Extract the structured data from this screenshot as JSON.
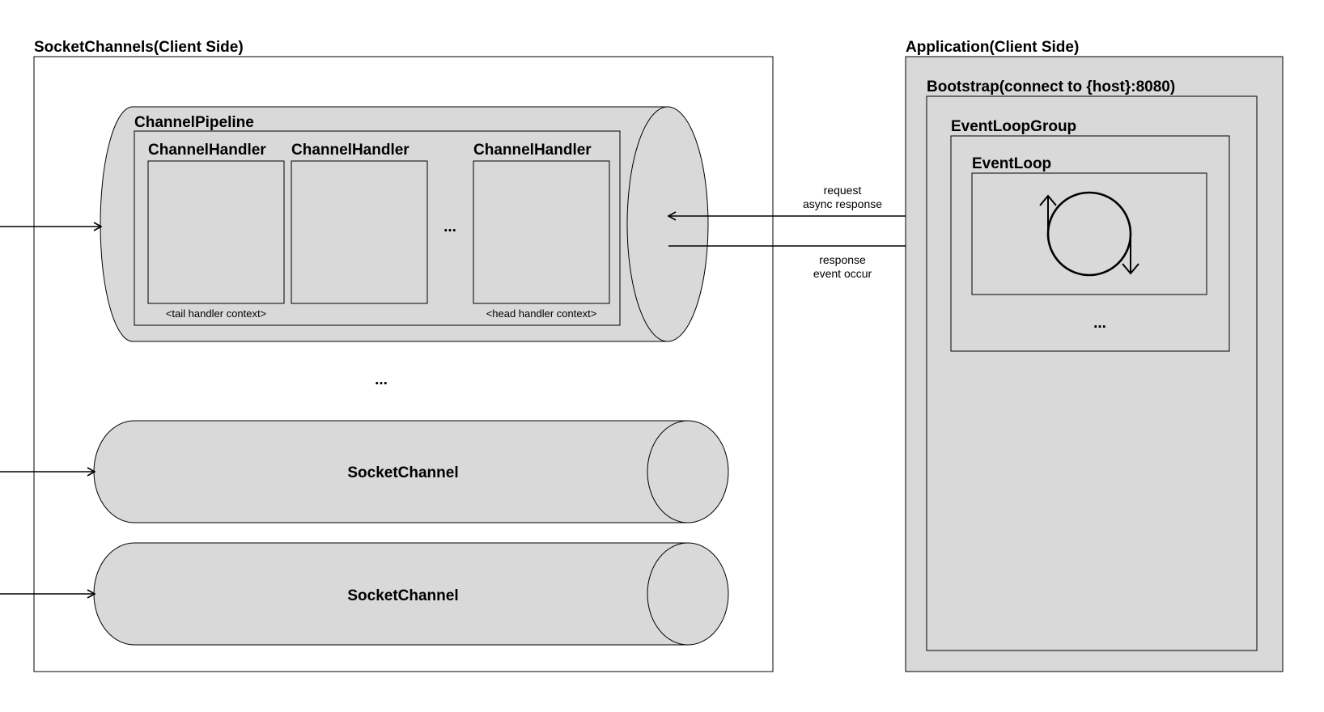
{
  "left_panel": {
    "title": "SocketChannels(Client Side)",
    "pipeline": {
      "title": "ChannelPipeline",
      "handlers": [
        {
          "label": "ChannelHandler",
          "caption": "<tail handler context>"
        },
        {
          "label": "ChannelHandler",
          "caption": ""
        },
        {
          "label": "ChannelHandler",
          "caption": "<head handler context>"
        }
      ],
      "ellipsis": "..."
    },
    "ellipsis": "...",
    "socket_channels": [
      "SocketChannel",
      "SocketChannel"
    ]
  },
  "arrows": {
    "request_line1": "request",
    "request_line2": "async response",
    "response_line1": "response",
    "response_line2": "event occur"
  },
  "right_panel": {
    "title": "Application(Client Side)",
    "bootstrap": "Bootstrap(connect to {host}:8080)",
    "event_loop_group": "EventLoopGroup",
    "event_loop": "EventLoop",
    "ellipsis": "..."
  },
  "colors": {
    "fill": "#d9d9d9",
    "stroke": "#000000",
    "background": "#ffffff"
  }
}
